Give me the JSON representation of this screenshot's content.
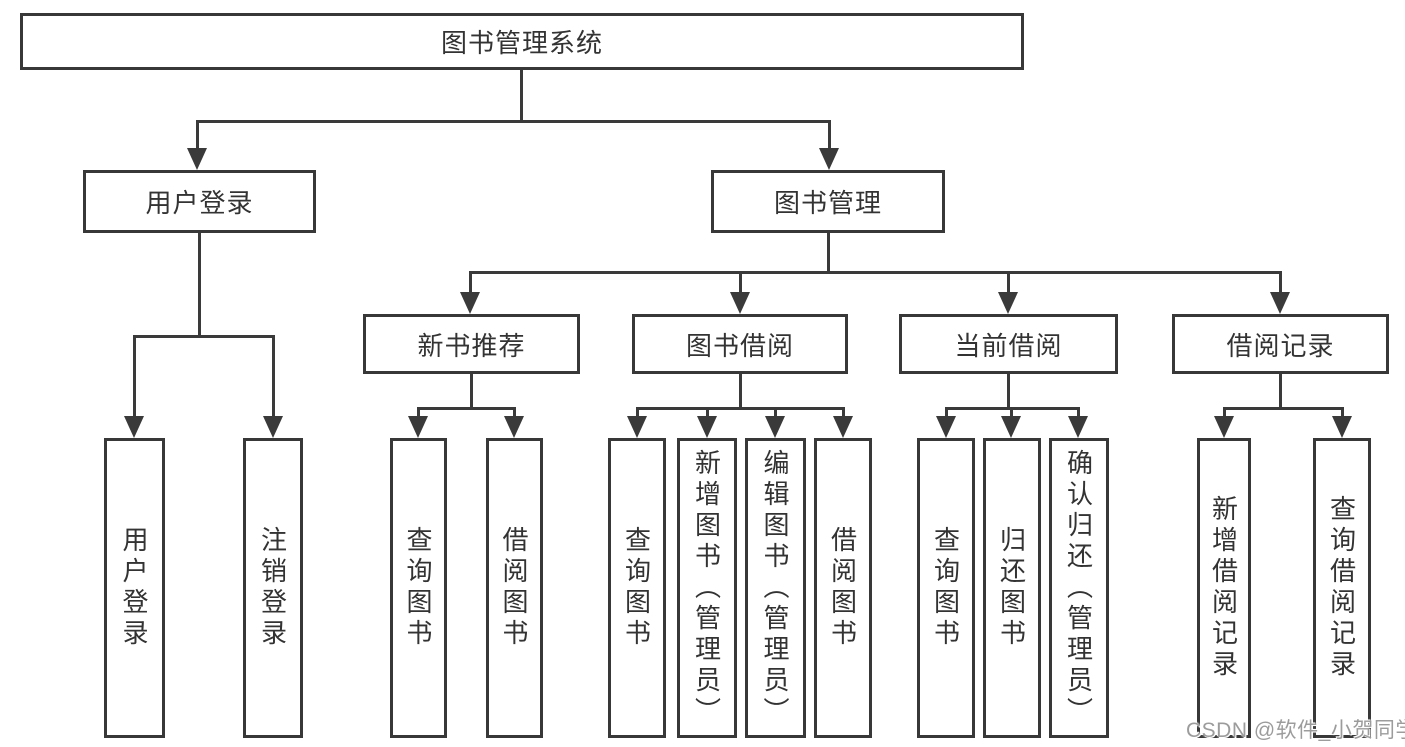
{
  "diagram": {
    "title": "图书管理系统",
    "root": {
      "label": "图书管理系统"
    },
    "level2": [
      {
        "label": "用户登录"
      },
      {
        "label": "图书管理"
      }
    ],
    "level3": [
      {
        "label": "新书推荐",
        "parent": "图书管理"
      },
      {
        "label": "图书借阅",
        "parent": "图书管理"
      },
      {
        "label": "当前借阅",
        "parent": "图书管理"
      },
      {
        "label": "借阅记录",
        "parent": "图书管理"
      }
    ],
    "leaves": [
      {
        "label": "用户登录",
        "parent": "用户登录"
      },
      {
        "label": "注销登录",
        "parent": "用户登录"
      },
      {
        "label": "查询图书",
        "parent": "新书推荐"
      },
      {
        "label": "借阅图书",
        "parent": "新书推荐"
      },
      {
        "label": "查询图书",
        "parent": "图书借阅"
      },
      {
        "label": "新增图书（管理员）",
        "parent": "图书借阅"
      },
      {
        "label": "编辑图书（管理员）",
        "parent": "图书借阅"
      },
      {
        "label": "借阅图书",
        "parent": "图书借阅"
      },
      {
        "label": "查询图书",
        "parent": "当前借阅"
      },
      {
        "label": "归还图书",
        "parent": "当前借阅"
      },
      {
        "label": "确认归还（管理员）",
        "parent": "当前借阅"
      },
      {
        "label": "新增借阅记录",
        "parent": "借阅记录"
      },
      {
        "label": "查询借阅记录",
        "parent": "借阅记录"
      }
    ],
    "watermark": "CSDN @软件_小贺同学",
    "colors": {
      "line": "#3a3a3a",
      "text": "#333333",
      "watermark": "#9c9c9c",
      "background": "#ffffff"
    }
  }
}
